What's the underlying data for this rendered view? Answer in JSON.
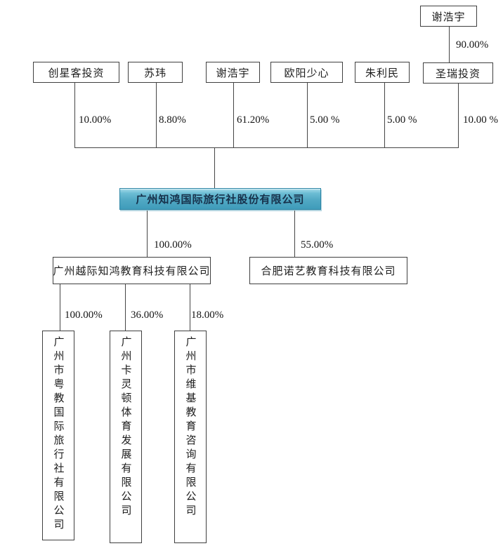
{
  "diagram": {
    "title": "equity-structure-chart",
    "grandparent": {
      "name": "谢浩宇",
      "ownership": "90.00%"
    },
    "shareholders": [
      {
        "name": "创星客投资",
        "ownership": "10.00%"
      },
      {
        "name": "苏玮",
        "ownership": "8.80%"
      },
      {
        "name": "谢浩宇",
        "ownership": "61.20%"
      },
      {
        "name": "欧阳少心",
        "ownership": "5.00 %"
      },
      {
        "name": "朱利民",
        "ownership": "5.00 %"
      },
      {
        "name": "圣瑞投资",
        "ownership": "10.00 %"
      }
    ],
    "company": {
      "name": "广州知鸿国际旅行社股份有限公司"
    },
    "subsidiaries": [
      {
        "name": "广州越际知鸿教育科技有限公司",
        "ownership": "100.00%"
      },
      {
        "name": "合肥诺艺教育科技有限公司",
        "ownership": "55.00%"
      }
    ],
    "grandchildren": [
      {
        "name": "广州市粤教国际旅行社有限公司",
        "ownership": "100.00%"
      },
      {
        "name": "广州卡灵顿体育发展有限公司",
        "ownership": "36.00%"
      },
      {
        "name": "广州市维基教育咨询有限公司",
        "ownership": "18.00%"
      }
    ],
    "colors": {
      "company_box_top": "#a8dcea",
      "company_box_bottom": "#3f9cba",
      "company_box_border": "#2e86a6",
      "box_border": "#3f3f3f",
      "line": "#454545",
      "background": "#ffffff"
    }
  }
}
